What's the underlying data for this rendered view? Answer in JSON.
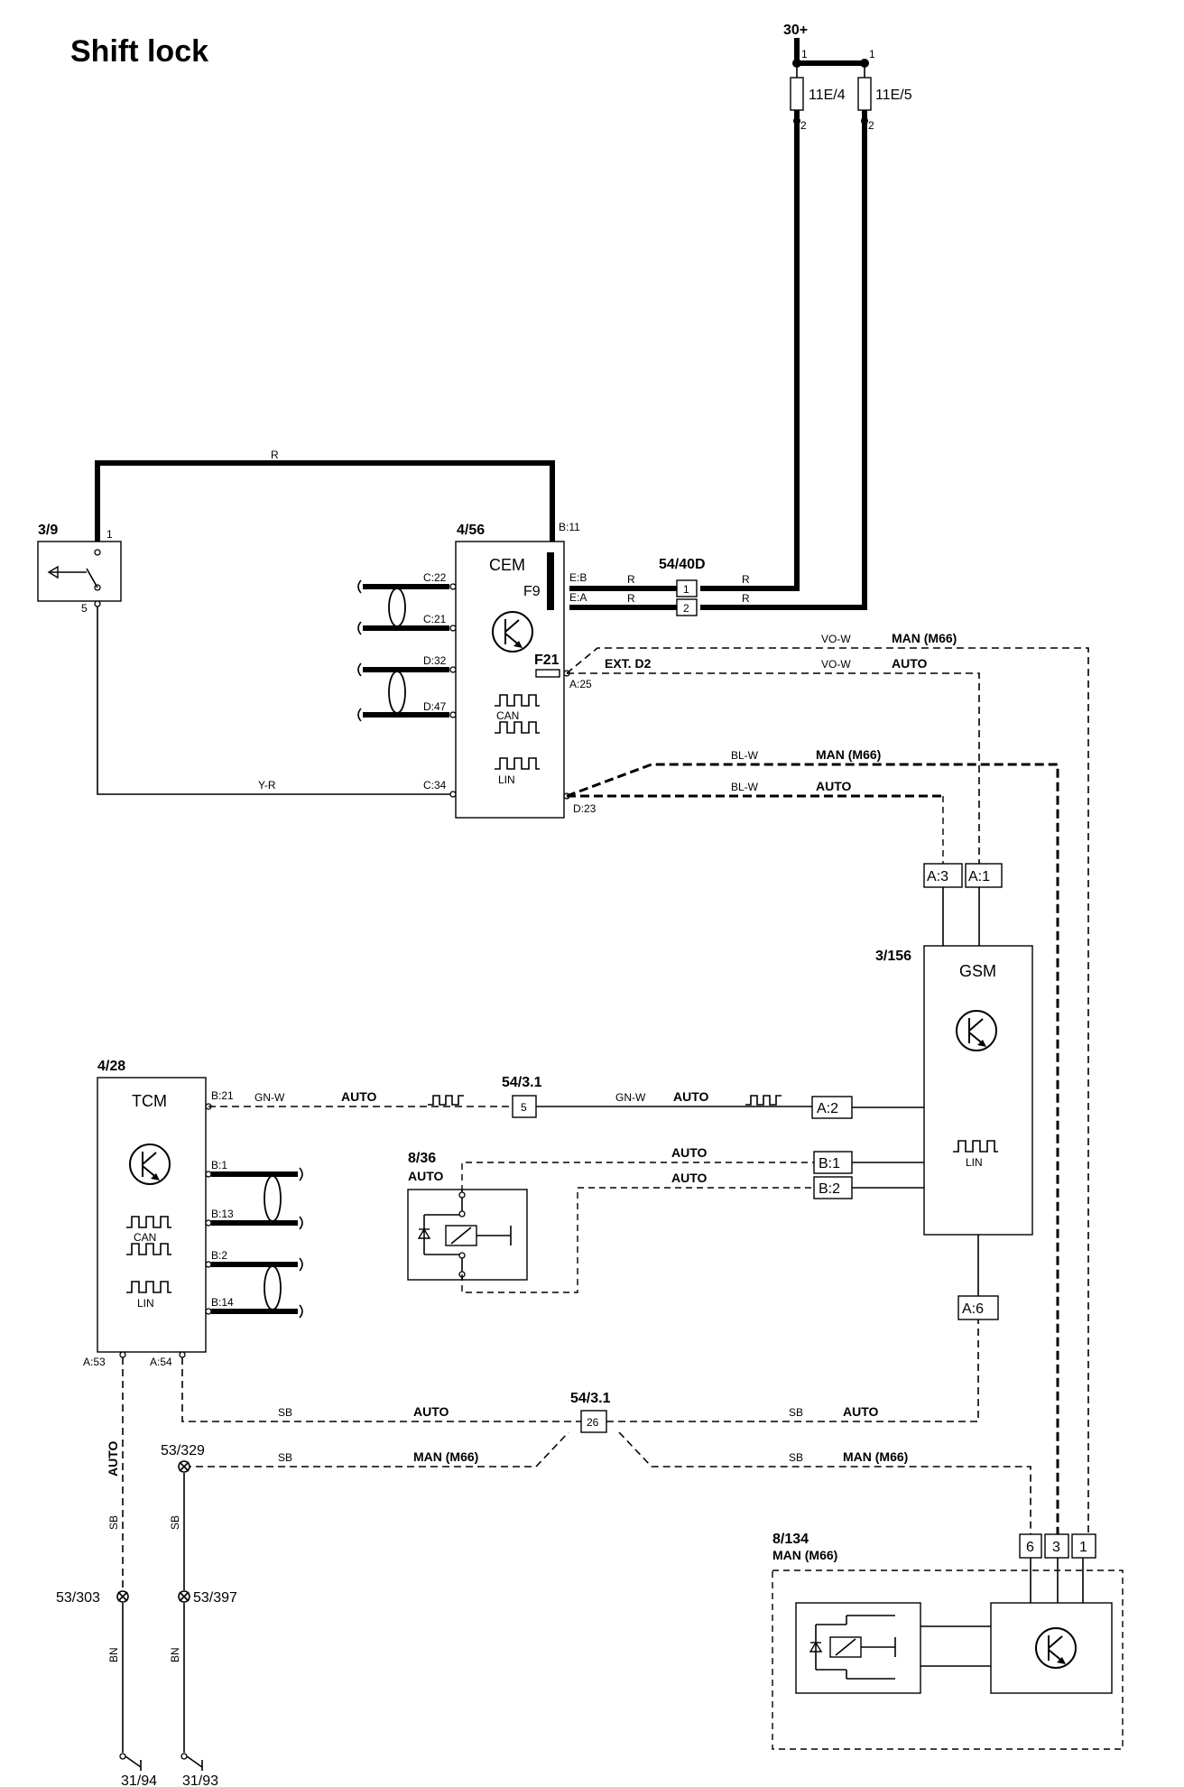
{
  "title": "Shift lock",
  "battery": {
    "id": "30+",
    "pin1a": "1",
    "pin1b": "1",
    "pin2a": "2",
    "pin2b": "2"
  },
  "fuses": {
    "f1": "11E/4",
    "f2": "11E/5"
  },
  "switch": {
    "id": "3/9",
    "pin_top": "1",
    "pin_bottom": "5"
  },
  "cem": {
    "id": "4/56",
    "name": "CEM",
    "fuse_f9": "F9",
    "fuse_f21": "F21",
    "pins": {
      "b11": "B:11",
      "eb": "E:B",
      "ea": "E:A",
      "c22": "C:22",
      "c21": "C:21",
      "d32": "D:32",
      "d47": "D:47",
      "a25": "A:25",
      "c34": "C:34",
      "d23": "D:23"
    },
    "can": "CAN",
    "lin": "LIN"
  },
  "connector_54_40d": {
    "id": "54/40D",
    "pin1": "1",
    "pin2": "2"
  },
  "gsm": {
    "id": "3/156",
    "name": "GSM",
    "lin": "LIN",
    "pins": {
      "a3": "A:3",
      "a1": "A:1",
      "a2": "A:2",
      "b1": "B:1",
      "b2": "B:2",
      "a6": "A:6"
    }
  },
  "tcm": {
    "id": "4/28",
    "name": "TCM",
    "can": "CAN",
    "lin": "LIN",
    "pins": {
      "b21": "B:21",
      "b1": "B:1",
      "b13": "B:13",
      "b2": "B:2",
      "b14": "B:14",
      "a53": "A:53",
      "a54": "A:54"
    }
  },
  "connector_54_3_1": {
    "id": "54/3.1",
    "pin5": "5",
    "pin26": "26"
  },
  "solenoid_auto": {
    "id": "8/36",
    "variant": "AUTO"
  },
  "solenoid_man": {
    "id": "8/134",
    "variant": "MAN (M66)",
    "pin6": "6",
    "pin3": "3",
    "pin1": "1"
  },
  "ground_points": {
    "g303": "53/303",
    "g397": "53/397",
    "g329": "53/329",
    "g94": "31/94",
    "g93": "31/93"
  },
  "wire_colors": {
    "r": "R",
    "yr": "Y-R",
    "vow": "VO-W",
    "blw": "BL-W",
    "gnw": "GN-W",
    "sb": "SB",
    "bn": "BN"
  },
  "variants": {
    "man": "MAN (M66)",
    "auto": "AUTO",
    "ext_d2": "EXT. D2"
  }
}
